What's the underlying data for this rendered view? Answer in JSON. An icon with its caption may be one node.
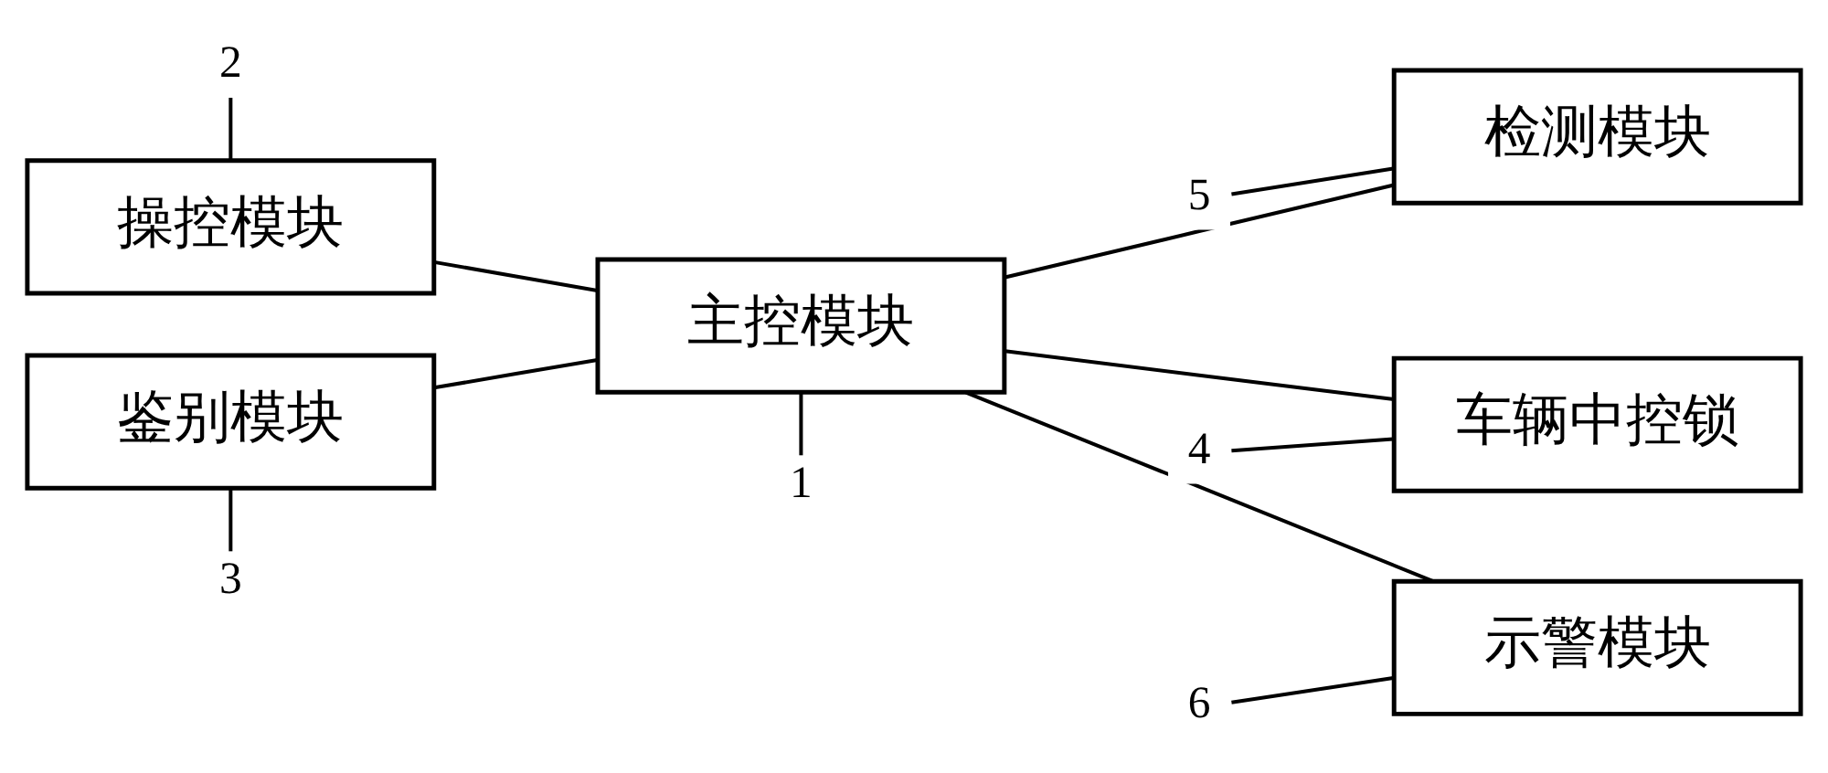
{
  "diagram": {
    "nodes": [
      {
        "text": [
          "2"
        ]
      },
      {
        "text": [
          "操控模块"
        ]
      },
      {
        "text": [
          "5"
        ]
      },
      {
        "text": [
          "检测模块"
        ]
      },
      {
        "text": [
          "主控模块"
        ]
      },
      {
        "text": [
          "4"
        ]
      },
      {
        "text": [
          "车辆中控锁"
        ]
      },
      {
        "text": [
          "1"
        ]
      },
      {
        "text": [
          "3"
        ]
      },
      {
        "text": [
          "鉴别模块"
        ]
      },
      {
        "text": [
          "6"
        ]
      },
      {
        "text": [
          "示警模块"
        ]
      }
    ],
    "edges": [
      {
        "from": 1,
        "to": 4,
        "arrow": "none"
      },
      {
        "from": 4,
        "to": 3,
        "arrow": "none"
      },
      {
        "from": 4,
        "to": 6,
        "arrow": "none"
      },
      {
        "from": 9,
        "to": 4,
        "arrow": "none"
      },
      {
        "from": 4,
        "to": 11,
        "arrow": "none"
      },
      {
        "from": 0,
        "to": 1,
        "arrow": "none"
      },
      {
        "from": 2,
        "to": 3,
        "arrow": "none"
      },
      {
        "from": 5,
        "to": 6,
        "arrow": "none"
      },
      {
        "from": 7,
        "to": 4,
        "arrow": "none"
      },
      {
        "from": 8,
        "to": 9,
        "arrow": "none"
      },
      {
        "from": 10,
        "to": 11,
        "arrow": "none"
      }
    ]
  }
}
